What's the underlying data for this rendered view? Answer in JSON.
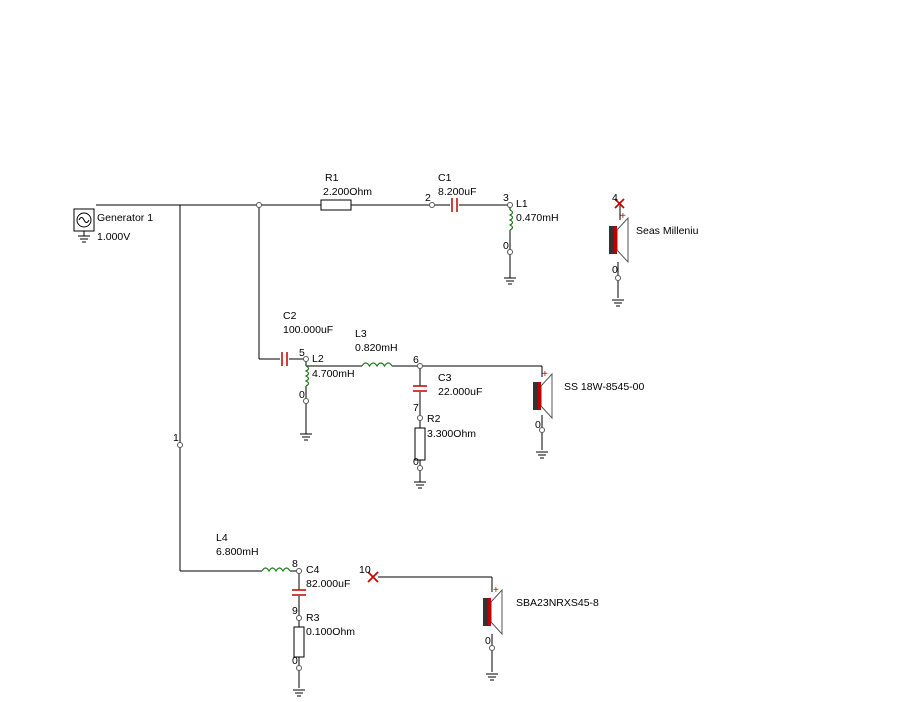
{
  "generator": {
    "name": "Generator 1",
    "value": "1.000V"
  },
  "components": {
    "R1": {
      "ref": "R1",
      "value": "2.200Ohm"
    },
    "C1": {
      "ref": "C1",
      "value": "8.200uF"
    },
    "L1": {
      "ref": "L1",
      "value": "0.470mH"
    },
    "C2": {
      "ref": "C2",
      "value": "100.000uF"
    },
    "L2": {
      "ref": "L2",
      "value": "4.700mH"
    },
    "L3": {
      "ref": "L3",
      "value": "0.820mH"
    },
    "C3": {
      "ref": "C3",
      "value": "22.000uF"
    },
    "R2": {
      "ref": "R2",
      "value": "3.300Ohm"
    },
    "L4": {
      "ref": "L4",
      "value": "6.800mH"
    },
    "C4": {
      "ref": "C4",
      "value": "82.000uF"
    },
    "R3": {
      "ref": "R3",
      "value": "0.100Ohm"
    }
  },
  "speakers": {
    "spk1": {
      "name": "Seas Milleniu"
    },
    "spk2": {
      "name": "SS 18W-8545-00"
    },
    "spk3": {
      "name": "SBA23NRXS45-8"
    }
  },
  "nodes": {
    "n1": "1",
    "n2": "2",
    "n3": "3",
    "n4": "4",
    "n5": "5",
    "n6": "6",
    "n7": "7",
    "n8": "8",
    "n9": "9",
    "n10": "10",
    "zero": "0"
  },
  "colors": {
    "capacitor": "#c00000",
    "inductor": "#1a7a1a",
    "disconnected": "#d00000",
    "speaker_cone": "#c00000"
  }
}
